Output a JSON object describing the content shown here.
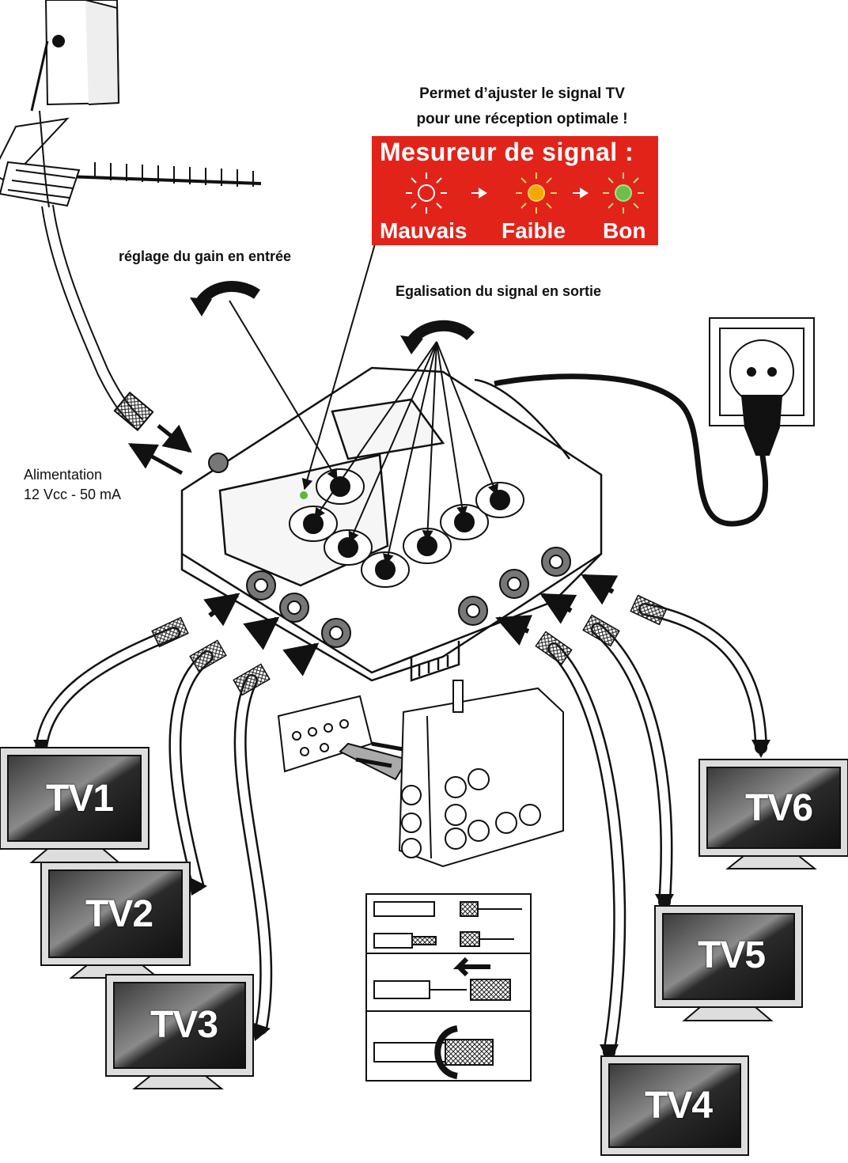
{
  "header": {
    "line1": "Permet d’ajuster le signal TV",
    "line2": "pour une réception optimale !"
  },
  "signal_meter": {
    "title": "Mesureur de signal :",
    "levels": [
      {
        "label": "Mauvais",
        "color": "#ffffff"
      },
      {
        "label": "Faible",
        "color": "#f6a800"
      },
      {
        "label": "Bon",
        "color": "#6cc04a"
      }
    ],
    "box_color": "#e2231a"
  },
  "labels": {
    "gain": "réglage du gain en entrée",
    "equalization": "Egalisation du signal en sortie",
    "power_line1": "Alimentation",
    "power_line2": "12 Vcc - 50 mA"
  },
  "tvs": [
    "TV1",
    "TV2",
    "TV3",
    "TV4",
    "TV5",
    "TV6"
  ],
  "colors": {
    "led_green": "#5fb83a",
    "line": "#111111"
  }
}
